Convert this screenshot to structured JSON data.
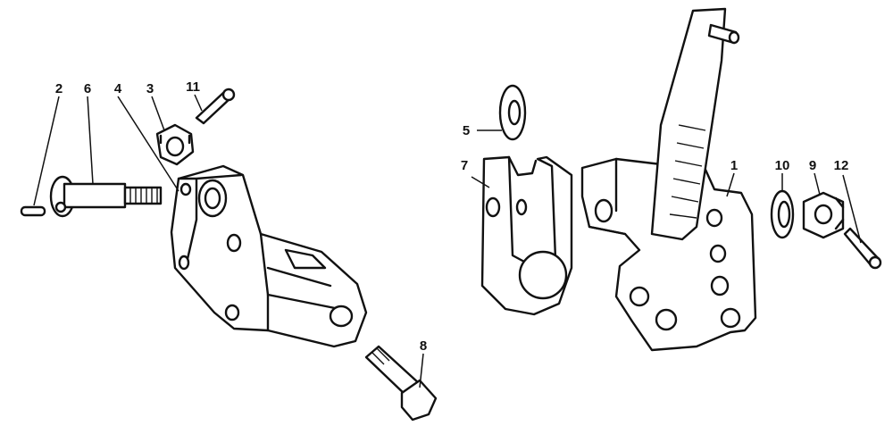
{
  "callouts": [
    {
      "id": "1",
      "text": "1"
    },
    {
      "id": "2",
      "text": "2"
    },
    {
      "id": "3",
      "text": "3"
    },
    {
      "id": "4",
      "text": "4"
    },
    {
      "id": "5",
      "text": "5"
    },
    {
      "id": "6",
      "text": "6"
    },
    {
      "id": "7",
      "text": "7"
    },
    {
      "id": "8",
      "text": "8"
    },
    {
      "id": "9",
      "text": "9"
    },
    {
      "id": "10",
      "text": "10"
    },
    {
      "id": "11",
      "text": "11"
    },
    {
      "id": "12",
      "text": "12"
    }
  ],
  "colors": {
    "ink": "#111111",
    "paper": "#ffffff"
  }
}
